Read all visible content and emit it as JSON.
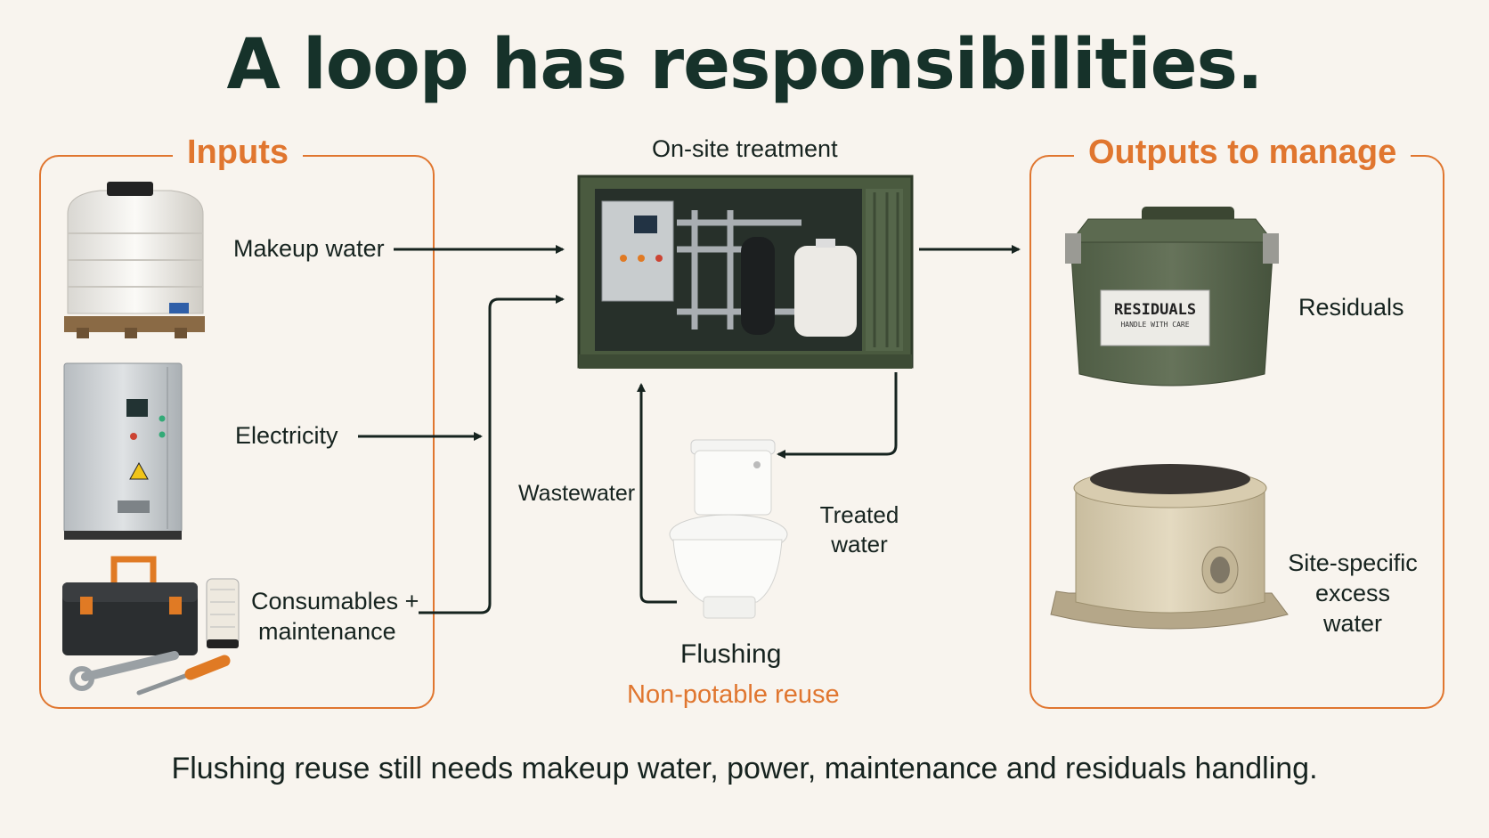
{
  "title": "A loop has responsibilities.",
  "inputs": {
    "heading": "Inputs",
    "items": [
      "Makeup water",
      "Electricity",
      "Consumables +",
      "maintenance"
    ]
  },
  "treatment": {
    "heading": "On-site treatment"
  },
  "outputs": {
    "heading": "Outputs to manage",
    "residuals_label": "Residuals",
    "bin_label_main": "RESIDUALS",
    "bin_label_sub": "HANDLE WITH CARE",
    "excess": [
      "Site-specific",
      "excess",
      "water"
    ]
  },
  "loop": {
    "wastewater": "Wastewater",
    "treated": [
      "Treated",
      "water"
    ],
    "flushing": "Flushing",
    "reuse": "Non-potable reuse"
  },
  "footer": "Flushing reuse still needs makeup water, power, maintenance and residuals handling.",
  "colors": {
    "accent": "#e0762f",
    "container": "#4a5a3f",
    "text": "#16231f"
  }
}
